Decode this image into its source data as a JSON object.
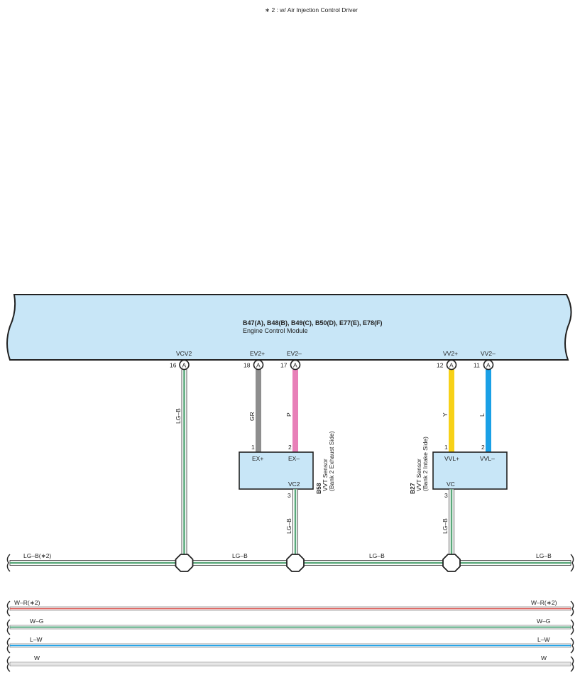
{
  "footnote": "∗ 2 : w/ Air Injection Control Driver",
  "ecm": {
    "connectors": "B47(A), B48(B), B49(C), B50(D), E77(E), E78(F)",
    "name": "Engine Control Module",
    "terminals": [
      {
        "name": "VCV2",
        "pin": "16",
        "connector": "A"
      },
      {
        "name": "EV2+",
        "pin": "18",
        "connector": "A"
      },
      {
        "name": "EV2–",
        "pin": "17",
        "connector": "A"
      },
      {
        "name": "VV2+",
        "pin": "12",
        "connector": "A"
      },
      {
        "name": "VV2–",
        "pin": "11",
        "connector": "A"
      }
    ]
  },
  "wires": {
    "vcv2": "LG–B",
    "ev2_plus": "GR",
    "ev2_minus": "P",
    "vv2_plus": "Y",
    "vv2_minus": "L",
    "b58_vc2": "LG–B",
    "b27_vc": "LG–B"
  },
  "sensors": [
    {
      "id": "B58",
      "name": "VVT Sensor",
      "detail": "(Bank 2 Exhaust Side)",
      "pins": [
        {
          "num": "1",
          "name": "EX+"
        },
        {
          "num": "2",
          "name": "EX–"
        },
        {
          "num": "3",
          "name": "VC2"
        }
      ]
    },
    {
      "id": "B27",
      "name": "VVT Sensor",
      "detail": "(Bank 2 Intake Side)",
      "pins": [
        {
          "num": "1",
          "name": "VVL+"
        },
        {
          "num": "2",
          "name": "VVL–"
        },
        {
          "num": "3",
          "name": "VC"
        }
      ]
    }
  ],
  "bus": {
    "main": {
      "left": "LG–B(∗2)",
      "seg1": "LG–B",
      "seg2": "LG–B",
      "right": "LG–B"
    },
    "lines": [
      {
        "left": "W–R(∗2)",
        "right": "W–R(∗2)",
        "color": "#d9534f"
      },
      {
        "left": "W–G",
        "right": "W–G",
        "color": "#3a9a6a"
      },
      {
        "left": "L–W",
        "right": "L–W",
        "color": "#1aa0e6"
      },
      {
        "left": "W",
        "right": "W",
        "color": "#aaaaaa"
      }
    ]
  },
  "colors": {
    "ecm_fill": "#c8e6f7",
    "sensor_fill": "#c8e6f7",
    "lgb": "#5aa87a",
    "gr": "#8e8e8e",
    "p": "#e880b8",
    "y": "#f7d117",
    "l": "#1aa0e6"
  }
}
